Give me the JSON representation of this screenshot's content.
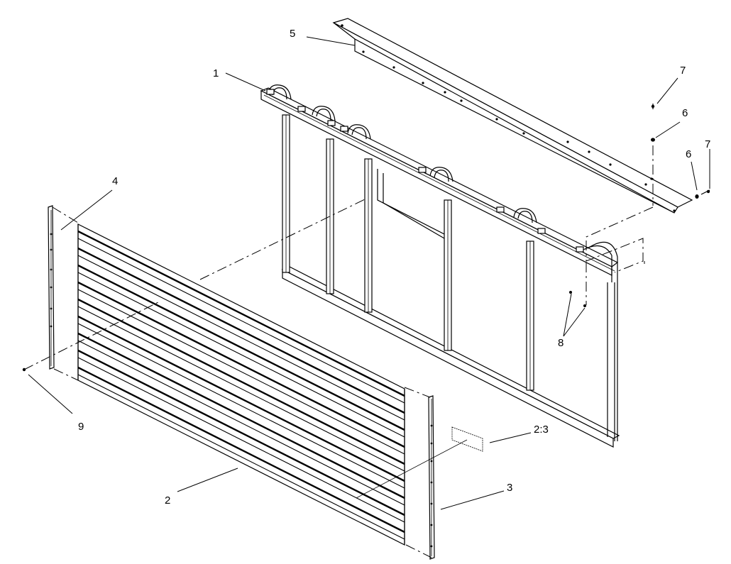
{
  "diagram": {
    "type": "exploded-assembly-drawing",
    "callouts": [
      {
        "id": "c1",
        "label": "1",
        "part": "frame"
      },
      {
        "id": "c2",
        "label": "2",
        "part": "corrugated-panel"
      },
      {
        "id": "c3",
        "label": "3",
        "part": "right-trim-strip"
      },
      {
        "id": "c4",
        "label": "4",
        "part": "left-trim-strip"
      },
      {
        "id": "c5",
        "label": "5",
        "part": "top-cap-angle"
      },
      {
        "id": "c6a",
        "label": "6",
        "part": "washer"
      },
      {
        "id": "c6b",
        "label": "6",
        "part": "washer"
      },
      {
        "id": "c7a",
        "label": "7",
        "part": "screw"
      },
      {
        "id": "c7b",
        "label": "7",
        "part": "screw"
      },
      {
        "id": "c8",
        "label": "8",
        "part": "fasteners"
      },
      {
        "id": "c9",
        "label": "9",
        "part": "rivet"
      },
      {
        "id": "c23",
        "label": "2:3",
        "part": "label-decal"
      }
    ]
  }
}
